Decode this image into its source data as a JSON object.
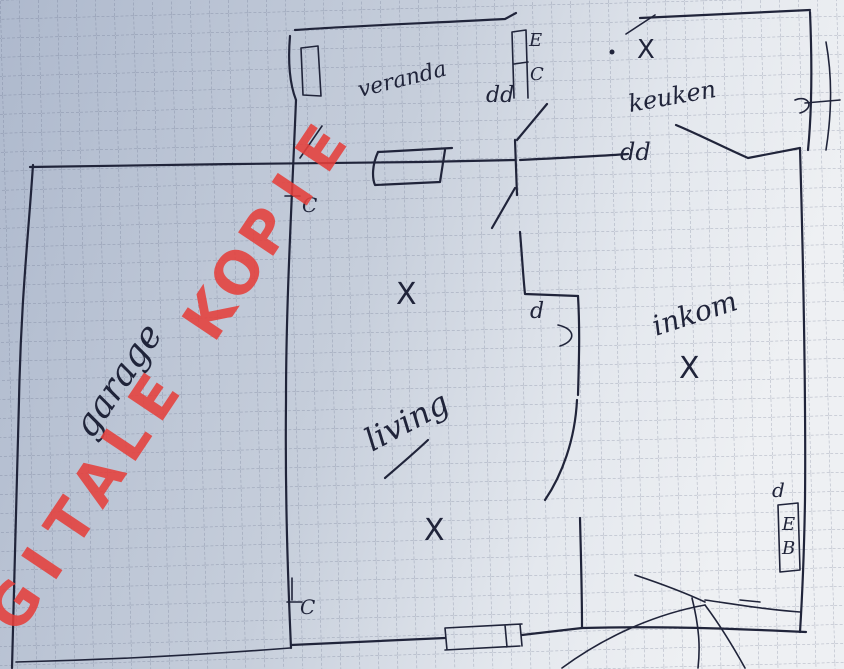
{
  "rooms": [
    {
      "name": "veranda"
    },
    {
      "name": "keuken"
    },
    {
      "name": "garage"
    },
    {
      "name": "living"
    },
    {
      "name": "inkom"
    }
  ],
  "symbols": {
    "light": "X",
    "double_socket": "dd",
    "socket": "d",
    "switch": "C",
    "letter_e": "E",
    "letter_b": "B"
  },
  "watermark": "DIGITALE KOPIE",
  "colors": {
    "ink": "#20243a",
    "grid": "#56607c",
    "watermark": "#e5403c",
    "paper_light": "#eef0f3",
    "paper_dark": "#aeb9cd"
  }
}
